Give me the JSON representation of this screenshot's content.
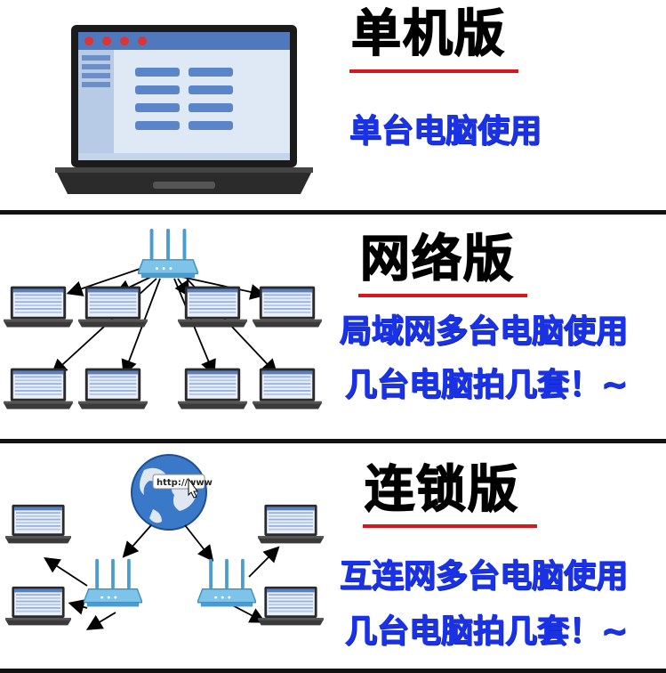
{
  "sections": {
    "standalone": {
      "title": "单机版",
      "line1": "单台电脑使用"
    },
    "network": {
      "title": "网络版",
      "line1": "局域网多台电脑使用",
      "line2": "几台电脑拍几套！~"
    },
    "chain": {
      "title": "连锁版",
      "line1": "互连网多台电脑使用",
      "line2": "几台电脑拍几套！~"
    }
  },
  "globe_label": "http://www",
  "colors": {
    "accent_blue": "#1a32e6",
    "underline_red": "#d8161c",
    "router_blue": "#6fb8e0",
    "divider": "#111111"
  },
  "icons": [
    "laptop-icon",
    "router-icon",
    "globe-icon",
    "arrow-icon"
  ]
}
